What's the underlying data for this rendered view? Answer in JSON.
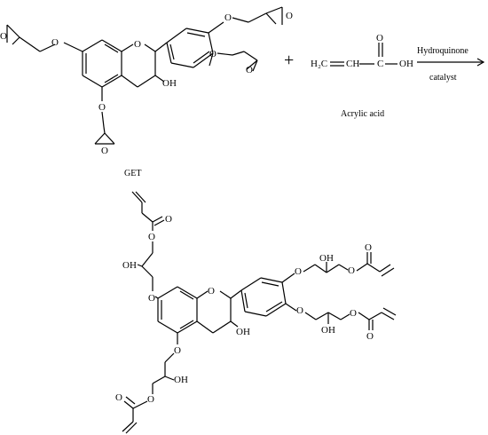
{
  "reactant_label": "GET",
  "acid_label": "Acrylic acid",
  "plus_sign": "+",
  "conditions": {
    "reagent": "Hydroquinone",
    "catalyst": "catalyst"
  },
  "atoms": {
    "oxygen": "O",
    "hydroxyl": "OH",
    "acid_left": "H₂C",
    "acid_mid": "CH",
    "acid_c": "C",
    "acid_oh": "OH"
  }
}
